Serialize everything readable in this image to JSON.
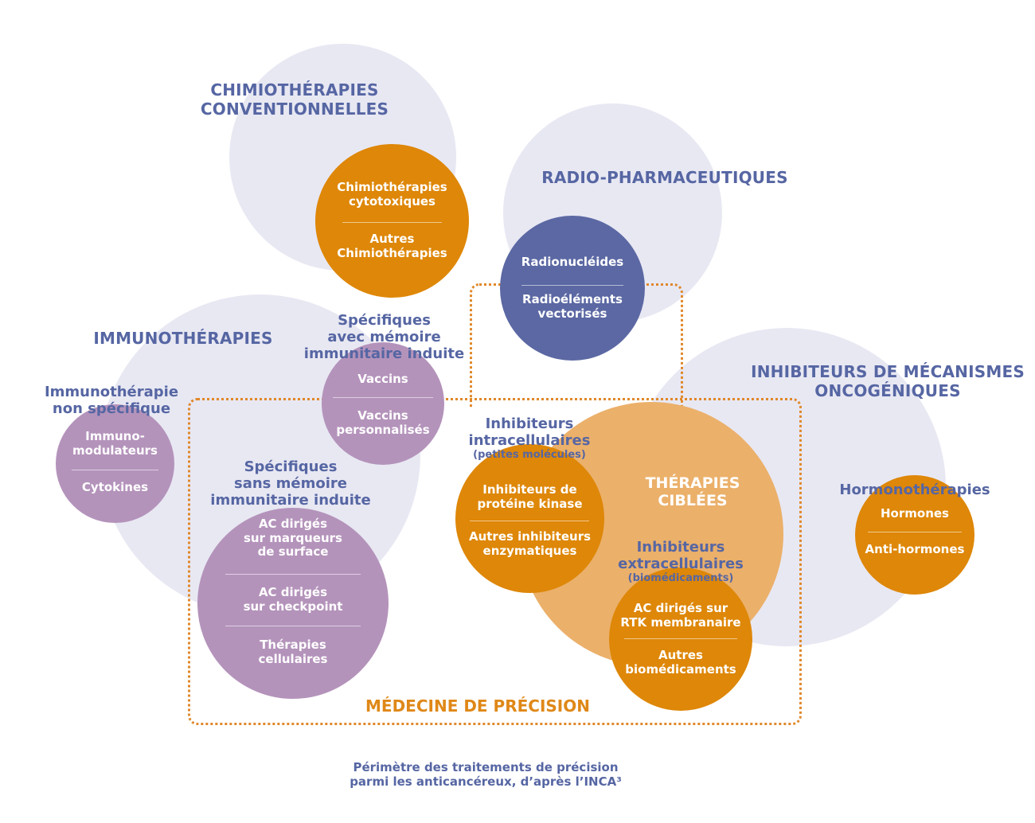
{
  "groups": {
    "chimio": {
      "title_line1": "CHIMIOTHÉRAPIES",
      "title_line2": "CONVENTIONNELLES",
      "item1_line1": "Chimiothérapies",
      "item1_line2": "cytotoxiques",
      "item2_line1": "Autres",
      "item2_line2": "Chimiothérapies"
    },
    "radio": {
      "title": "RADIO-PHARMACEUTIQUES",
      "item1": "Radionucléides",
      "item2_line1": "Radioéléments",
      "item2_line2": "vectorisés"
    },
    "immuno": {
      "title": "IMMUNOTHÉRAPIES",
      "nonspec_line1": "Immunothérapie",
      "nonspec_line2": "non spécifique",
      "nonspec_item1_line1": "Immuno-",
      "nonspec_item1_line2": "modulateurs",
      "nonspec_item2": "Cytokines",
      "avec_line1": "Spécifiques",
      "avec_line2": "avec mémoire",
      "avec_line3": "immunitaire induite",
      "avec_item1": "Vaccins",
      "avec_item2_line1": "Vaccins",
      "avec_item2_line2": "personnalisés",
      "sans_line1": "Spécifiques",
      "sans_line2": "sans mémoire",
      "sans_line3": "immunitaire induite",
      "sans_item1_line1": "AC dirigés",
      "sans_item1_line2": "sur marqueurs",
      "sans_item1_line3": "de surface",
      "sans_item2_line1": "AC dirigés",
      "sans_item2_line2": "sur checkpoint",
      "sans_item3_line1": "Thérapies",
      "sans_item3_line2": "cellulaires"
    },
    "inhib": {
      "title_line1": "INHIBITEURS DE MÉCANISMES",
      "title_line2": "ONCOGÉNIQUES",
      "ciblees_line1": "THÉRAPIES",
      "ciblees_line2": "CIBLÉES",
      "intra_line1": "Inhibiteurs",
      "intra_line2": "intracellulaires",
      "intra_line3": "(petites molécules)",
      "intra_item1_line1": "Inhibiteurs de",
      "intra_item1_line2": "protéine kinase",
      "intra_item2_line1": "Autres inhibiteurs",
      "intra_item2_line2": "enzymatiques",
      "extra_line1": "Inhibiteurs",
      "extra_line2": "extracellulaires",
      "extra_line3": "(biomédicaments)",
      "extra_item1_line1": "AC dirigés sur",
      "extra_item1_line2": "RTK membranaire",
      "extra_item2_line1": "Autres",
      "extra_item2_line2": "biomédicaments",
      "hormo_title": "Hormonothérapies",
      "hormo_item1": "Hormones",
      "hormo_item2": "Anti-hormones"
    }
  },
  "precision_label": "MÉDECINE DE PRÉCISION",
  "caption_line1": "Périmètre des traitements de précision",
  "caption_line2": "parmi les anticancéreux, d’après l’INCA³",
  "colors": {
    "background_circle": "#e8e8f3",
    "orange": "#de8708",
    "light_orange": "#ebb06a",
    "purple": "#b493bb",
    "blue": "#5b68a3",
    "navy_text": "#5666a3",
    "precision_border": "#e0882a"
  }
}
